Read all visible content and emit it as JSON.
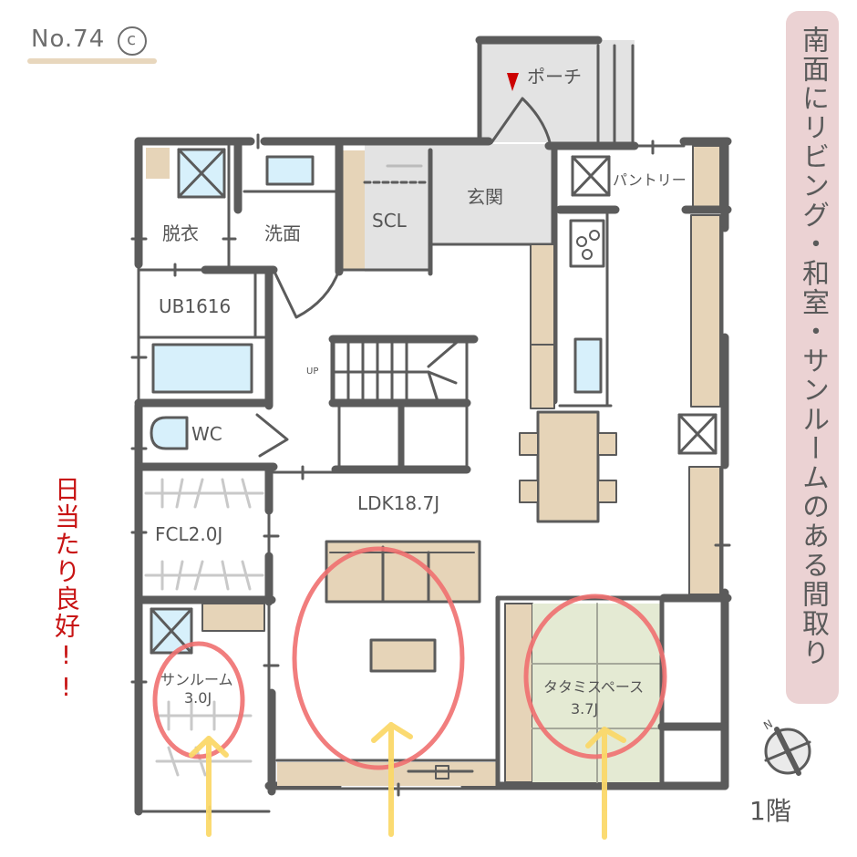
{
  "header": {
    "plan_number": "No.74",
    "copyright_symbol": "©"
  },
  "title_banner": {
    "text": "南面にリビング・和室・サンルームのある間取り",
    "background": "#ebd2d3"
  },
  "side_note": {
    "text": "日当たり良好!!",
    "color": "#c81414"
  },
  "rooms": {
    "porch": "ポーチ",
    "entrance": "玄関",
    "shoe_closet": "SCL",
    "pantry": "パントリー",
    "dressing": "脱衣",
    "washroom": "洗面",
    "bath": "UB1616",
    "toilet": "WC",
    "family_closet": "FCL2.0J",
    "ldk": "LDK18.7J",
    "sunroom_name": "サンルーム",
    "sunroom_size": "3.0J",
    "tatami_name": "タタミスペース",
    "tatami_size": "3.7J",
    "stairs_up": "UP"
  },
  "compass": {
    "north_label": "N"
  },
  "floor": {
    "label": "1階"
  },
  "colors": {
    "wall": "#5b5b5b",
    "wood": "#e6d4b8",
    "water": "#d7f0fb",
    "tatami": "#e4ead3",
    "entry_gray": "#e3e3e3",
    "highlight_circle": "#f07070",
    "sun_arrow": "#fbd96a",
    "entry_marker": "#cc0000"
  }
}
